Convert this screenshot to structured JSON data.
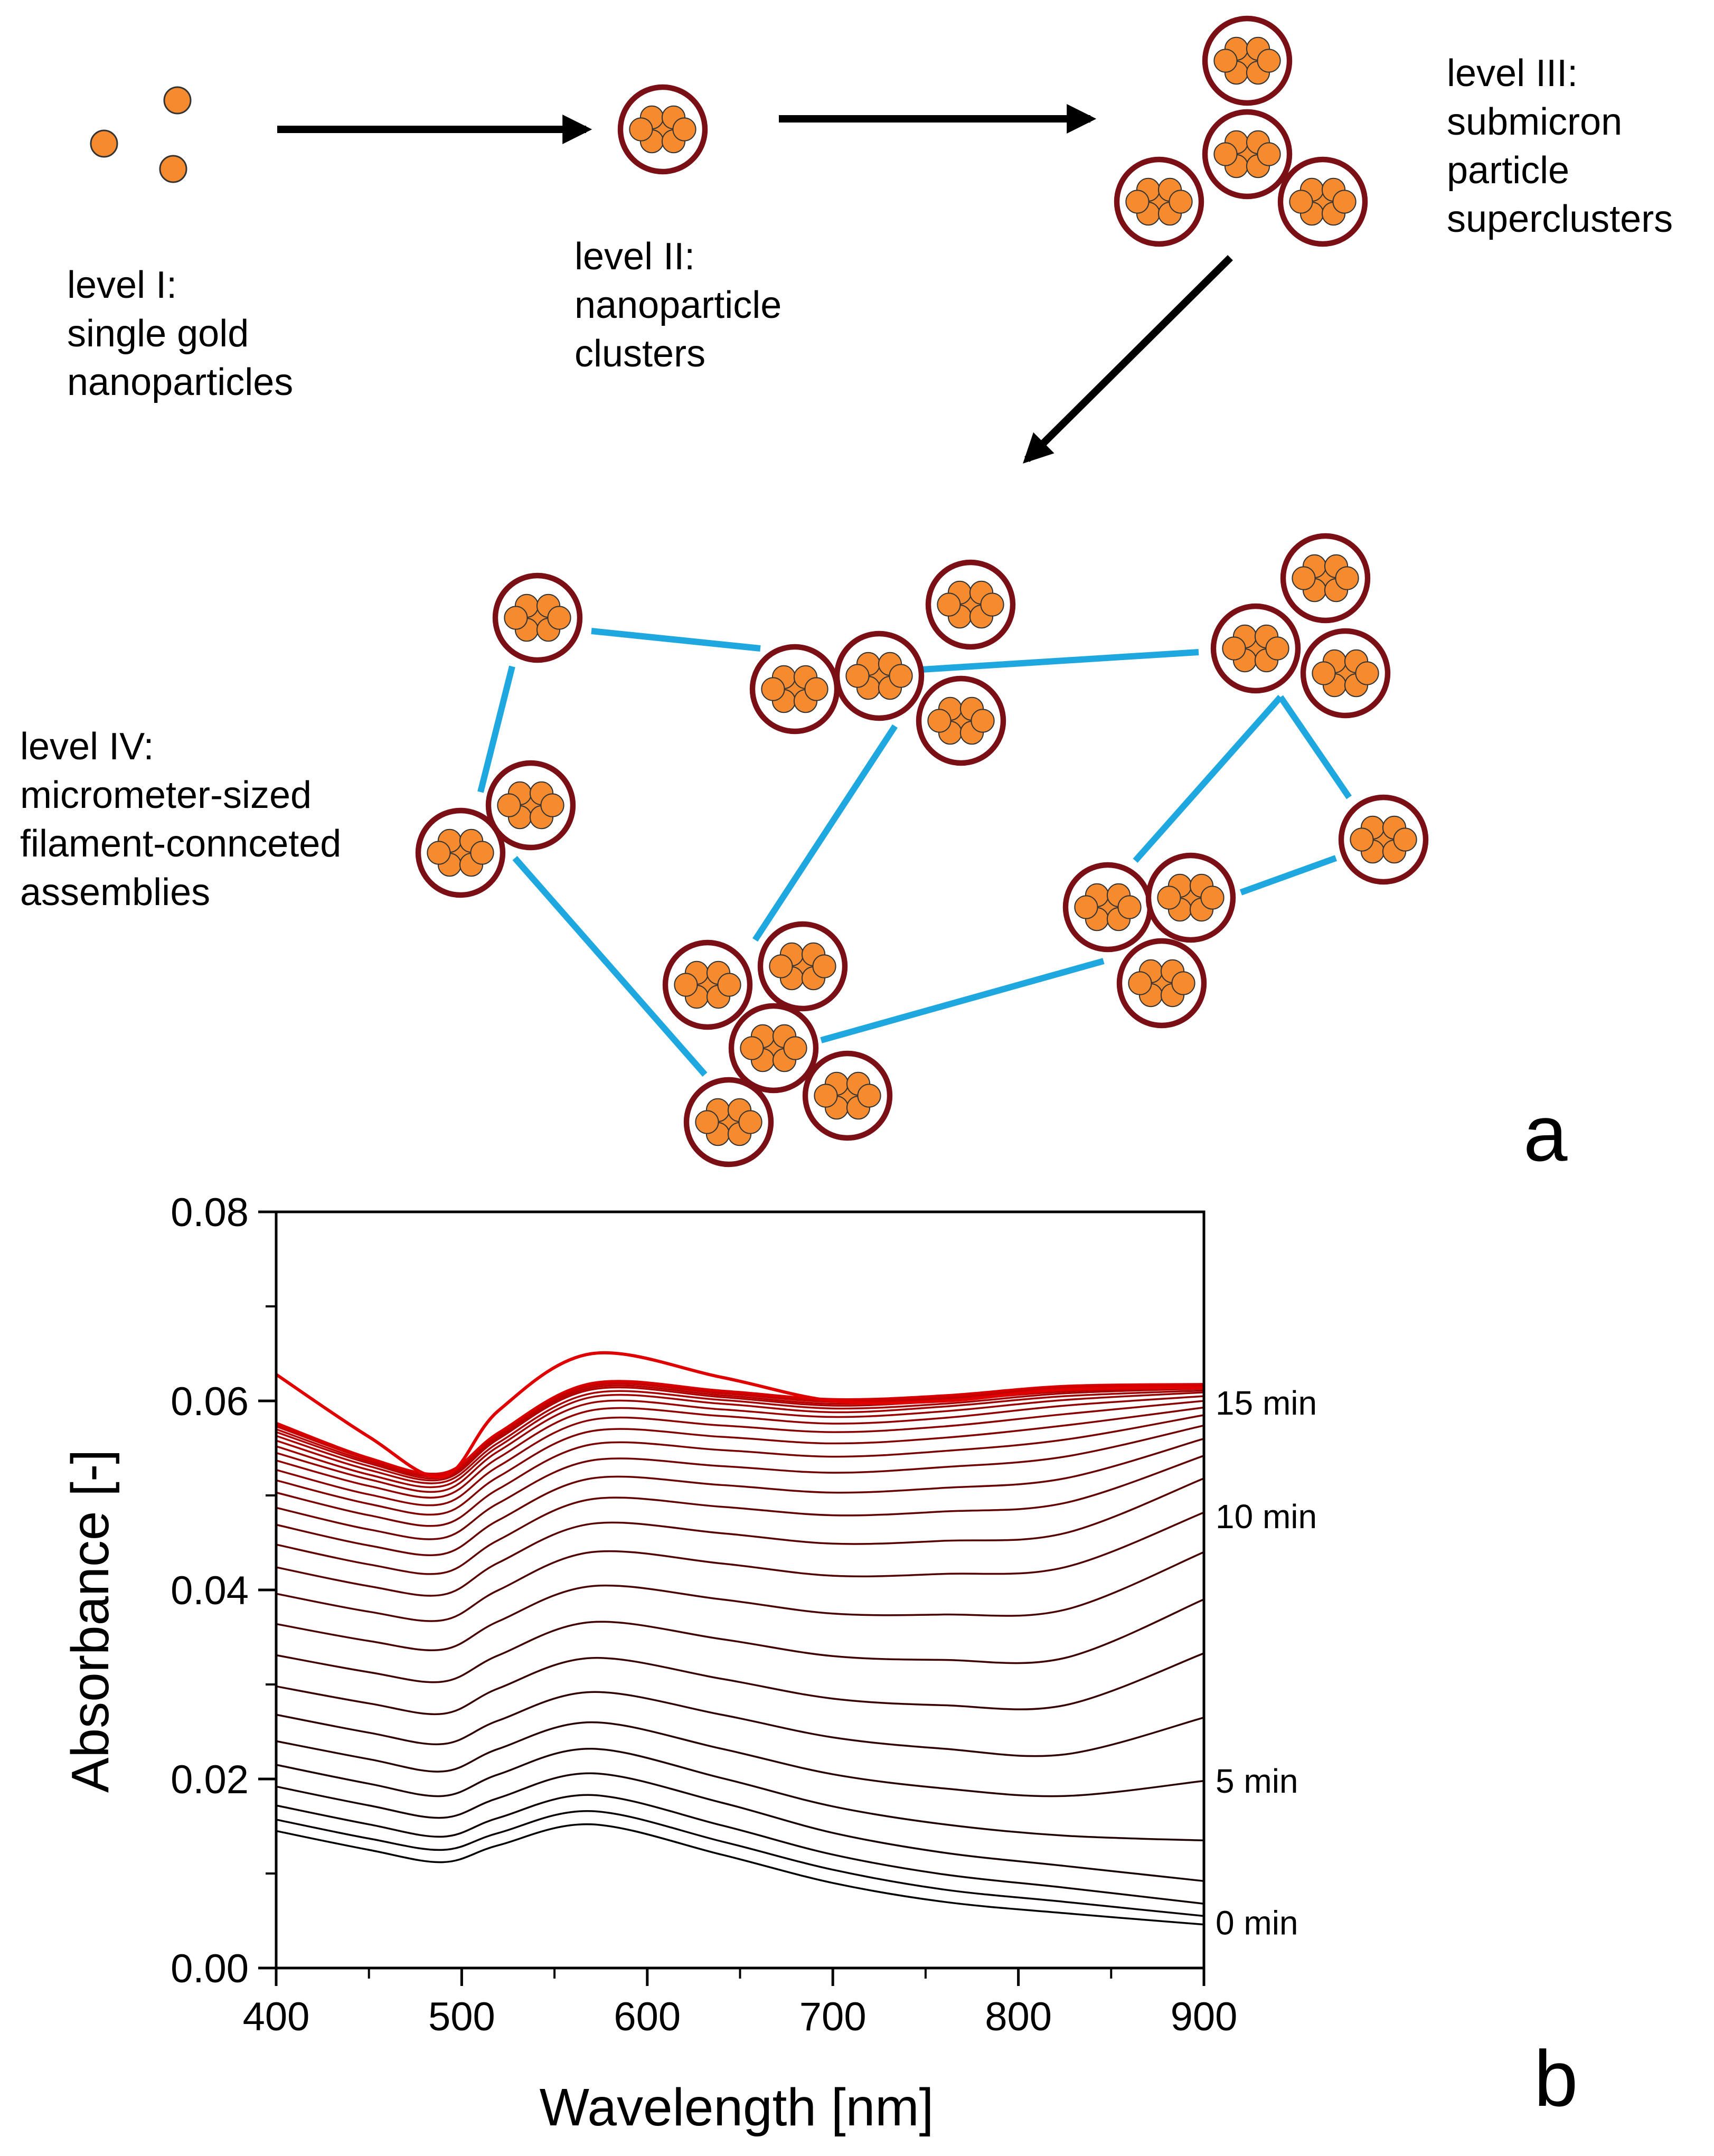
{
  "diagram": {
    "level1": [
      "level I:",
      "single gold",
      "nanoparticles"
    ],
    "level2": [
      "level II:",
      "nanoparticle",
      "clusters"
    ],
    "level3": [
      "level III:",
      "submicron",
      "particle",
      "superclusters"
    ],
    "level4": [
      "level IV:",
      "micrometer-sized",
      "filament-connceted",
      "assemblies"
    ],
    "panel_a": "a",
    "colors": {
      "particle": "#F58A2E",
      "shell": "#7A1015",
      "filament": "#1FA8E0",
      "arrow": "#000000"
    }
  },
  "panel_b": "b",
  "chart_data": {
    "type": "line",
    "xlabel": "Wavelength [nm]",
    "ylabel": "Absorbance [-]",
    "xlim": [
      400,
      900
    ],
    "ylim": [
      0.0,
      0.08
    ],
    "x_ticks": [
      400,
      500,
      600,
      700,
      800,
      900
    ],
    "x_tick_labels": [
      "400",
      "500",
      "600",
      "700",
      "800",
      "900"
    ],
    "y_ticks": [
      0.0,
      0.02,
      0.04,
      0.06,
      0.08
    ],
    "y_tick_labels": [
      "0.00",
      "0.02",
      "0.04",
      "0.06",
      "0.08"
    ],
    "x": [
      400,
      450,
      490,
      520,
      570,
      640,
      700,
      760,
      825,
      900
    ],
    "series": [
      {
        "values": [
          0.0145,
          0.0125,
          0.0112,
          0.013,
          0.0152,
          0.012,
          0.009,
          0.007,
          0.0058,
          0.0046
        ]
      },
      {
        "values": [
          0.0157,
          0.0137,
          0.0125,
          0.0143,
          0.0166,
          0.0134,
          0.0104,
          0.0083,
          0.007,
          0.0055
        ]
      },
      {
        "values": [
          0.0172,
          0.0152,
          0.0139,
          0.0159,
          0.0183,
          0.0151,
          0.012,
          0.0099,
          0.0085,
          0.0068
        ]
      },
      {
        "values": [
          0.0192,
          0.0172,
          0.0159,
          0.018,
          0.0206,
          0.0175,
          0.0143,
          0.0122,
          0.0108,
          0.0092
        ]
      },
      {
        "values": [
          0.0215,
          0.0195,
          0.0182,
          0.0205,
          0.0232,
          0.0201,
          0.0171,
          0.0152,
          0.014,
          0.0135
        ]
      },
      {
        "values": [
          0.024,
          0.0221,
          0.0208,
          0.0232,
          0.026,
          0.0232,
          0.0205,
          0.019,
          0.0182,
          0.0198
        ]
      },
      {
        "values": [
          0.0268,
          0.0249,
          0.0237,
          0.0262,
          0.0292,
          0.0268,
          0.0244,
          0.0232,
          0.0226,
          0.0265
        ]
      },
      {
        "values": [
          0.0298,
          0.028,
          0.0269,
          0.0296,
          0.0328,
          0.0306,
          0.0285,
          0.0278,
          0.0278,
          0.0333
        ]
      },
      {
        "values": [
          0.0331,
          0.0313,
          0.0303,
          0.0331,
          0.0366,
          0.0348,
          0.033,
          0.0326,
          0.0328,
          0.039
        ]
      },
      {
        "values": [
          0.0364,
          0.0346,
          0.0337,
          0.0367,
          0.0404,
          0.039,
          0.0375,
          0.0374,
          0.0379,
          0.044
        ]
      },
      {
        "values": [
          0.0396,
          0.0377,
          0.0368,
          0.04,
          0.044,
          0.0428,
          0.0415,
          0.0417,
          0.0424,
          0.0482
        ]
      },
      {
        "values": [
          0.0424,
          0.0404,
          0.0395,
          0.0429,
          0.047,
          0.046,
          0.0449,
          0.0452,
          0.046,
          0.0518
        ]
      },
      {
        "values": [
          0.0448,
          0.0427,
          0.0418,
          0.0453,
          0.0496,
          0.0488,
          0.0479,
          0.0483,
          0.0492,
          0.0542
        ]
      },
      {
        "values": [
          0.0469,
          0.0447,
          0.0438,
          0.0474,
          0.0518,
          0.0511,
          0.0503,
          0.0508,
          0.0518,
          0.056
        ]
      },
      {
        "values": [
          0.0487,
          0.0464,
          0.0455,
          0.0492,
          0.0537,
          0.0531,
          0.0524,
          0.053,
          0.0541,
          0.0574
        ]
      },
      {
        "values": [
          0.0503,
          0.0479,
          0.0469,
          0.0507,
          0.0554,
          0.0548,
          0.0541,
          0.0547,
          0.0559,
          0.0585
        ]
      },
      {
        "values": [
          0.0516,
          0.0491,
          0.0481,
          0.052,
          0.0568,
          0.0562,
          0.0555,
          0.0561,
          0.0574,
          0.0593
        ]
      },
      {
        "values": [
          0.0527,
          0.0501,
          0.0491,
          0.0531,
          0.058,
          0.0574,
          0.0567,
          0.0573,
          0.0586,
          0.06
        ]
      },
      {
        "values": [
          0.0537,
          0.051,
          0.0499,
          0.054,
          0.059,
          0.0584,
          0.0576,
          0.0582,
          0.0595,
          0.0605
        ]
      },
      {
        "values": [
          0.0545,
          0.0517,
          0.0505,
          0.0547,
          0.0598,
          0.0591,
          0.0583,
          0.0589,
          0.0601,
          0.0609
        ]
      },
      {
        "values": [
          0.0552,
          0.0522,
          0.051,
          0.0552,
          0.0604,
          0.0597,
          0.0588,
          0.0594,
          0.0605,
          0.0611
        ]
      },
      {
        "values": [
          0.0558,
          0.0527,
          0.0514,
          0.0556,
          0.0608,
          0.0601,
          0.0592,
          0.0597,
          0.0608,
          0.0613
        ]
      },
      {
        "values": [
          0.0563,
          0.0531,
          0.0517,
          0.056,
          0.0612,
          0.0604,
          0.0595,
          0.06,
          0.061,
          0.0614
        ]
      },
      {
        "values": [
          0.0567,
          0.0534,
          0.0519,
          0.0562,
          0.0614,
          0.0606,
          0.0597,
          0.0602,
          0.0612,
          0.0615
        ]
      },
      {
        "values": [
          0.057,
          0.0536,
          0.0521,
          0.0564,
          0.0616,
          0.0608,
          0.0599,
          0.0603,
          0.0613,
          0.0616
        ]
      },
      {
        "values": [
          0.0573,
          0.0538,
          0.0522,
          0.0565,
          0.0617,
          0.0609,
          0.06,
          0.0604,
          0.0614,
          0.0617
        ]
      },
      {
        "values": [
          0.0575,
          0.0539,
          0.0523,
          0.0566,
          0.0618,
          0.061,
          0.0601,
          0.0605,
          0.0615,
          0.0617
        ]
      },
      {
        "values": [
          0.0577,
          0.054,
          0.0524,
          0.0567,
          0.0619,
          0.0611,
          0.0602,
          0.0606,
          0.0616,
          0.0618
        ]
      },
      {
        "values": [
          0.0628,
          0.0562,
          0.052,
          0.059,
          0.065,
          0.0625,
          0.06,
          0.06,
          0.0612,
          0.0614
        ]
      }
    ],
    "annotations": [
      {
        "text": "15 min",
        "y": 0.06
      },
      {
        "text": "10 min",
        "y": 0.048
      },
      {
        "text": "5 min",
        "y": 0.02
      },
      {
        "text": "0 min",
        "y": 0.005
      }
    ],
    "line_color_start": "#000000",
    "line_color_end": "#E00000"
  }
}
